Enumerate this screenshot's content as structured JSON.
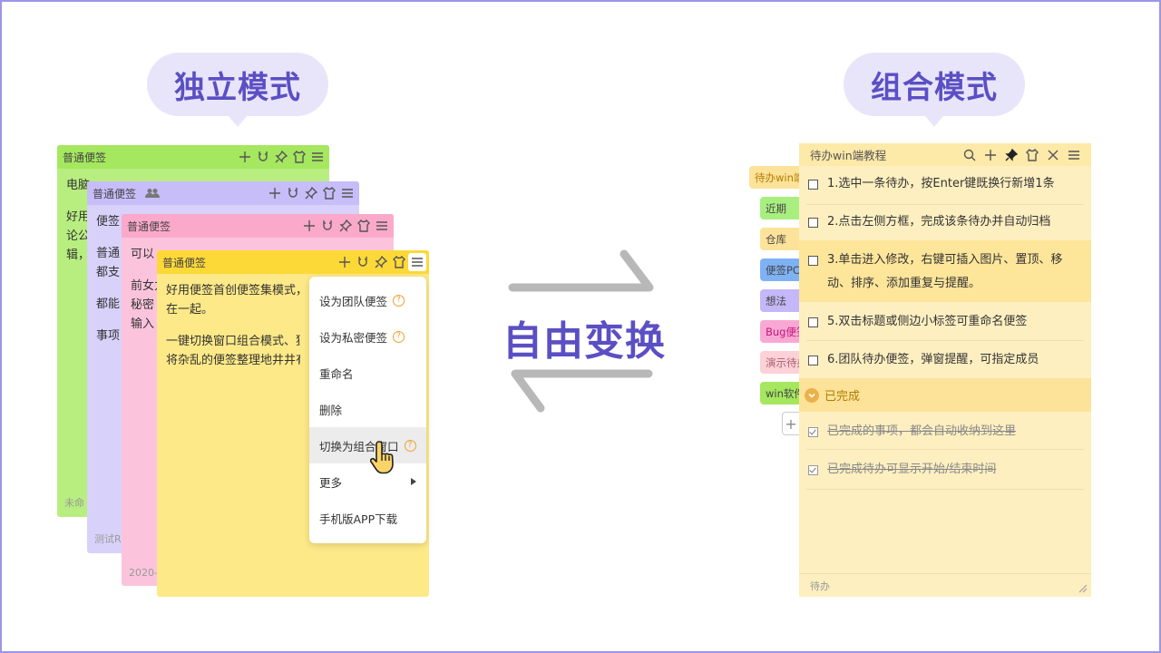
{
  "left_label": "独立模式",
  "right_label": "组合模式",
  "center_label": "自由变换",
  "notes": [
    {
      "title": "普通便签",
      "lines": [
        "电脑",
        "好用",
        "论公",
        "辑，"
      ],
      "footer": "未命"
    },
    {
      "title": "普通便签",
      "lines": [
        "便签",
        "普通",
        "都支",
        "都能",
        "事项"
      ],
      "footer": "测试R"
    },
    {
      "title": "普通便签",
      "lines": [
        "可以",
        "前女力",
        "秘密",
        "输入"
      ],
      "footer": "2020-"
    },
    {
      "title": "普通便签",
      "lines": [
        "好用便签首创便签集模式，",
        "在一起。",
        "一键切换窗口组合模式、独",
        "将杂乱的便签整理地井井有"
      ]
    }
  ],
  "menu": {
    "items": [
      "设为团队便签",
      "设为私密便签",
      "重命名",
      "删除",
      "切换为组合窗口",
      "更多",
      "手机版APP下载"
    ],
    "help_mark": "?"
  },
  "combined": {
    "title": "待办win端教程",
    "tabs": [
      {
        "label": "待办win端",
        "color": "#fde39a"
      },
      {
        "label": "近期",
        "color": "#a8ef80"
      },
      {
        "label": "仓库",
        "color": "#fde39a"
      },
      {
        "label": "便签PC",
        "color": "#7fb2f5"
      },
      {
        "label": "想法",
        "color": "#c4b8f8"
      },
      {
        "label": "Bug便签",
        "color": "#f9a8d4"
      },
      {
        "label": "演示待办",
        "color": "#fcd1d8"
      },
      {
        "label": "win软件",
        "color": "#a5e75e"
      }
    ],
    "add_tab": "+",
    "todos": [
      "1.选中一条待办，按Enter键既换行新增1条",
      "2.点击左侧方框，完成该条待办并自动归档",
      "3.单击进入修改，右键可插入图片、置顶、移",
      "动、排序、添加重复与提醒。",
      "5.双击标题或侧边小标签可重命名便签",
      "6.团队待办便签，弹窗提醒，可指定成员"
    ],
    "done_header": "已完成",
    "done_items": [
      "已完成的事项，都会自动收纳到这里",
      "已完成待办可显示开始/结束时间"
    ],
    "footer": "待办"
  }
}
